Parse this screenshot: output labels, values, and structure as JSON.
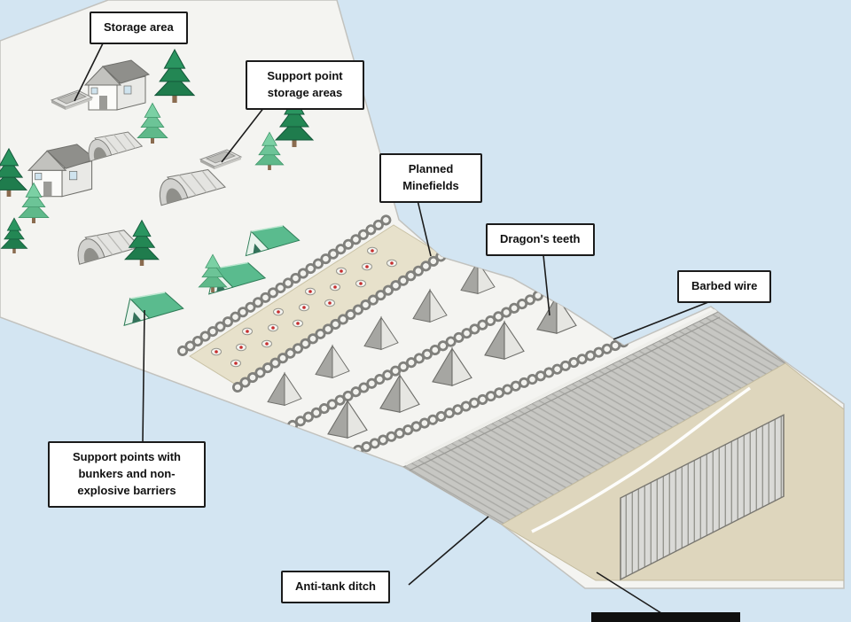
{
  "scene": {
    "sky_color": "#d3e5f2",
    "ground_color": "#f4f4f1",
    "minefield_color": "#e7e1cb",
    "sand_color": "#ded6bd",
    "ditch_color": "#c7c7c3",
    "mine_dot_color": "#c62f2f",
    "tree_dark_color": "#1f7c4d",
    "tree_light_color": "#5fb98a",
    "label_border_color": "#1b1b1b",
    "icons": [
      "house-icon",
      "evergreen-tree-icon",
      "storage-pad-icon",
      "quonset-hut-icon",
      "green-tent-icon",
      "barbed-wire-coil-icon",
      "mine-icon",
      "dragons-tooth-icon",
      "anti-tank-ditch-icon",
      "sand-strip-icon",
      "palisade-fence-icon"
    ]
  },
  "labels": {
    "storage_area": "Storage area",
    "support_point_storage": "Support point storage areas",
    "planned_minefields": "Planned Minefields",
    "dragons_teeth": "Dragon's teeth",
    "barbed_wire": "Barbed wire",
    "support_points_bunkers": "Support points with bunkers and non-explosive barriers",
    "anti_tank_ditch": "Anti-tank ditch",
    "hidden_bottom_label": ""
  }
}
